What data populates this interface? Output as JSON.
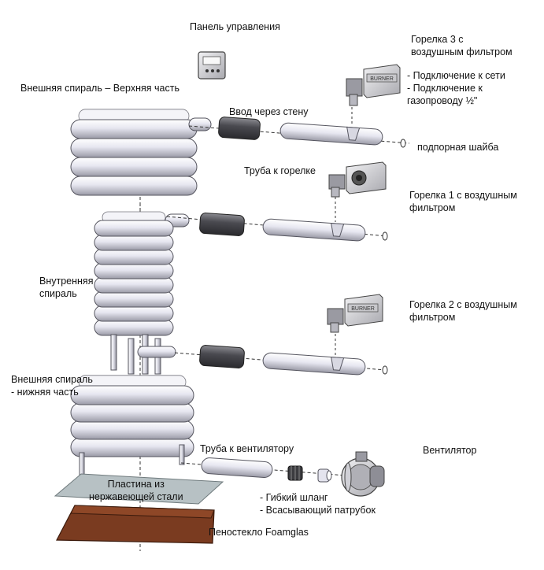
{
  "labels": {
    "control_panel": "Панель управления",
    "burner3": "Горелка 3 с\nвоздушным фильтром",
    "burner3_notes": "- Подключение к сети\n- Подключение к\nгазопроводу ½\"",
    "outer_coil_top": "Внешняя спираль – Верхняя часть",
    "wall_inlet": "Ввод через стену",
    "thrust_washer": "подпорная шайба",
    "pipe_to_burner": "Труба к горелке",
    "burner1": "Горелка 1 с воздушным\nфильтром",
    "inner_coil": "Внутренняя\nспираль",
    "burner2": "Горелка 2 с воздушным\nфильтром",
    "outer_coil_bottom": "Внешняя спираль\n- нижняя часть",
    "pipe_to_fan": "Труба к вентилятору",
    "fan": "Вентилятор",
    "steel_plate": "Пластина из\nнержавеющей стали",
    "flex_hose": "- Гибкий шланг\n- Всасывающий патрубок",
    "foamglas": "Пеностекло Foamglas"
  },
  "burner_plate_text": "BURNER",
  "colors": {
    "pipe_fill": "#e4e4ee",
    "pipe_stroke": "#55555f",
    "sleeve": "#4a4a50",
    "plate": "#b7c1c4",
    "foamglas": "#7a3b20",
    "burner_box": "#d8d8dc"
  }
}
